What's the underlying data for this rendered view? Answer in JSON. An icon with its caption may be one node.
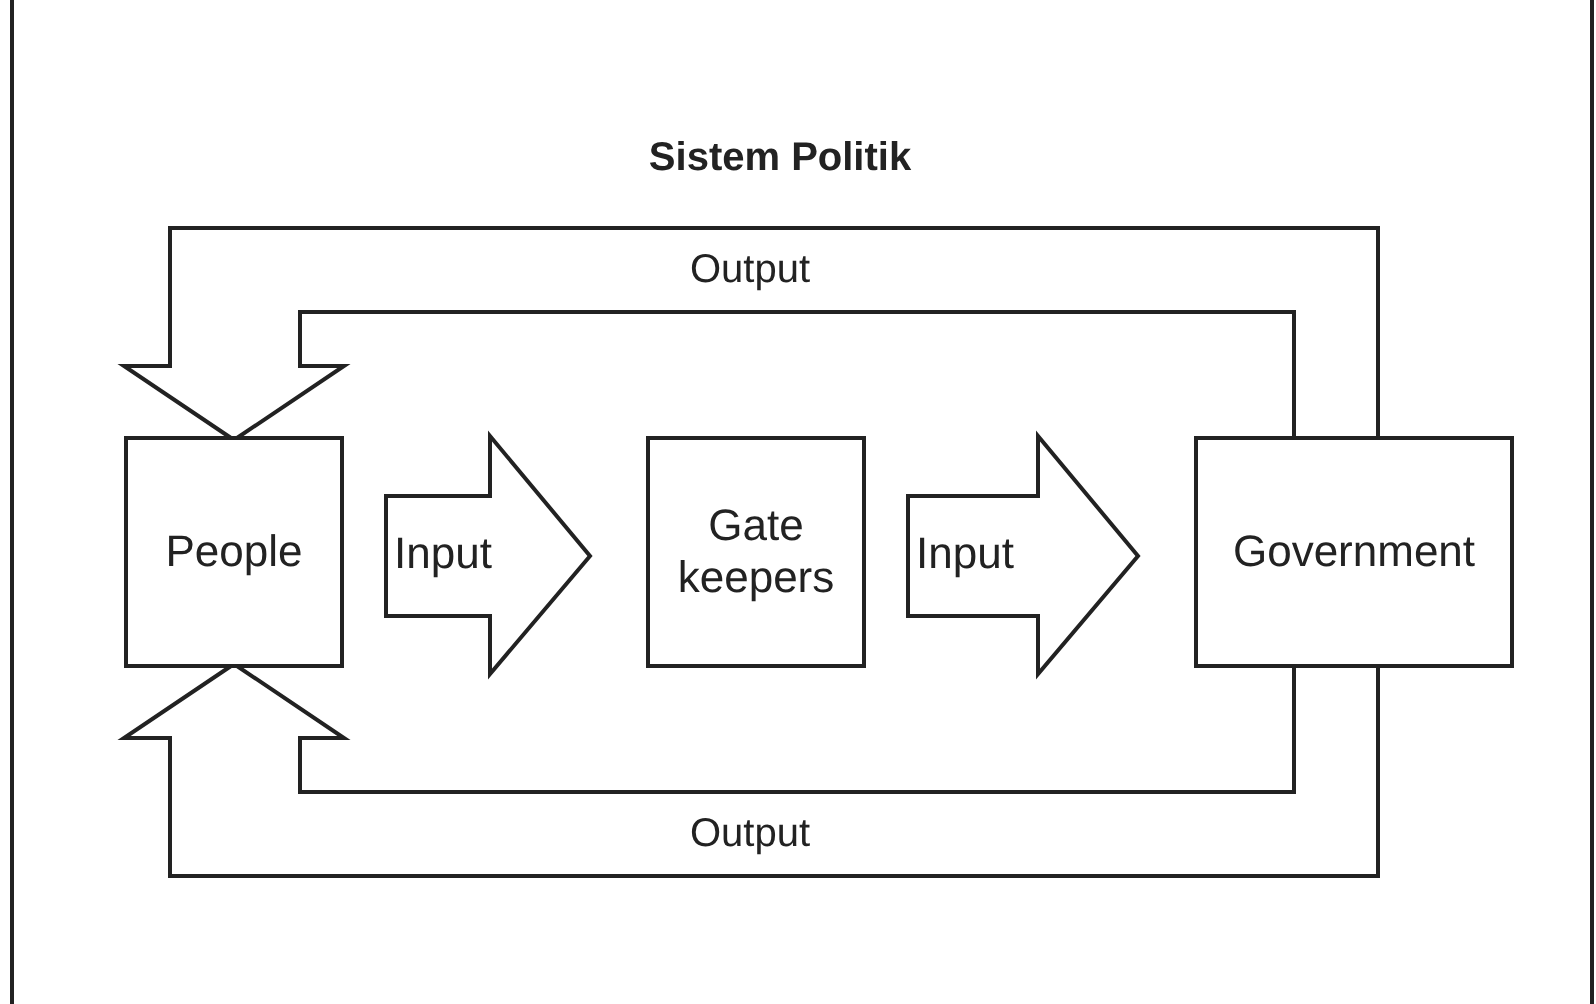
{
  "diagram": {
    "title": "Sistem Politik",
    "nodes": [
      {
        "text": [
          "People"
        ]
      },
      {
        "text": [
          "Gate keepers"
        ]
      },
      {
        "text": [
          "Government"
        ]
      }
    ],
    "edges": [
      {
        "from": 0,
        "to": 1,
        "arrow": "to",
        "label": "Input"
      },
      {
        "from": 1,
        "to": 2,
        "arrow": "to",
        "label": "Input"
      },
      {
        "from": 2,
        "to": 0,
        "arrow": "to",
        "label": "Output"
      },
      {
        "from": 2,
        "to": 0,
        "arrow": "to",
        "label": "Output"
      }
    ]
  }
}
